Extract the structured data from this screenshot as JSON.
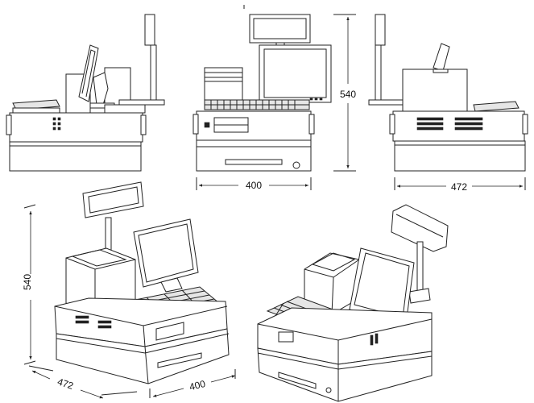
{
  "dimensions": {
    "front_height": "540",
    "front_width": "400",
    "side_width": "472",
    "iso_height": "540",
    "iso_depth": "472",
    "iso_width": "400"
  }
}
